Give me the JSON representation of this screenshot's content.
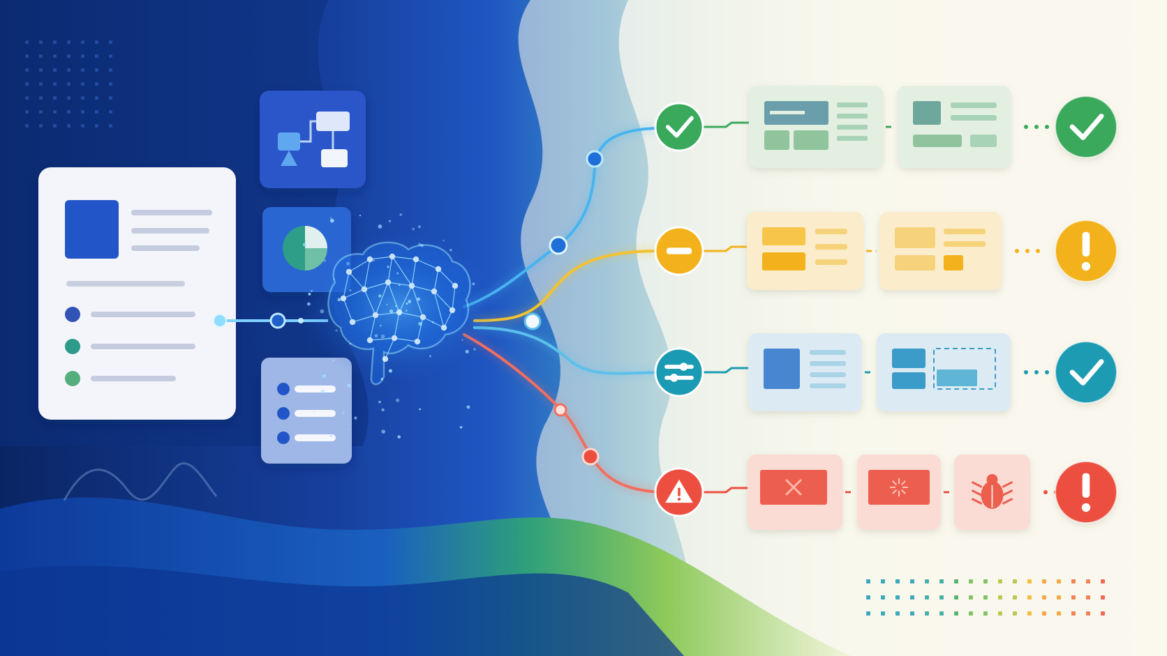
{
  "colors": {
    "navy": "#0b2a6b",
    "blue": "#1e56c8",
    "cyan": "#3fb6e8",
    "green": "#3aa95c",
    "yellow": "#f3b21c",
    "teal": "#1b9bb3",
    "red": "#ec4f3f",
    "cream": "#fbf8ef"
  },
  "source_card": {
    "icon": "document-icon"
  },
  "tool_tiles": [
    {
      "icon": "flowchart-icon"
    },
    {
      "icon": "pie-chart-icon"
    },
    {
      "icon": "checklist-icon"
    }
  ],
  "core": {
    "icon": "brain-network-icon"
  },
  "paths": [
    {
      "status": "success",
      "color": "#3aa95c",
      "node_icon": "check-icon",
      "end_icon": "check-icon"
    },
    {
      "status": "warning",
      "color": "#f3b21c",
      "node_icon": "minus-icon",
      "end_icon": "exclamation-icon"
    },
    {
      "status": "adjusted",
      "color": "#1b9bb3",
      "node_icon": "sliders-icon",
      "end_icon": "check-icon"
    },
    {
      "status": "error",
      "color": "#ec4f3f",
      "node_icon": "warning-triangle-icon",
      "end_icon": "exclamation-icon"
    }
  ]
}
